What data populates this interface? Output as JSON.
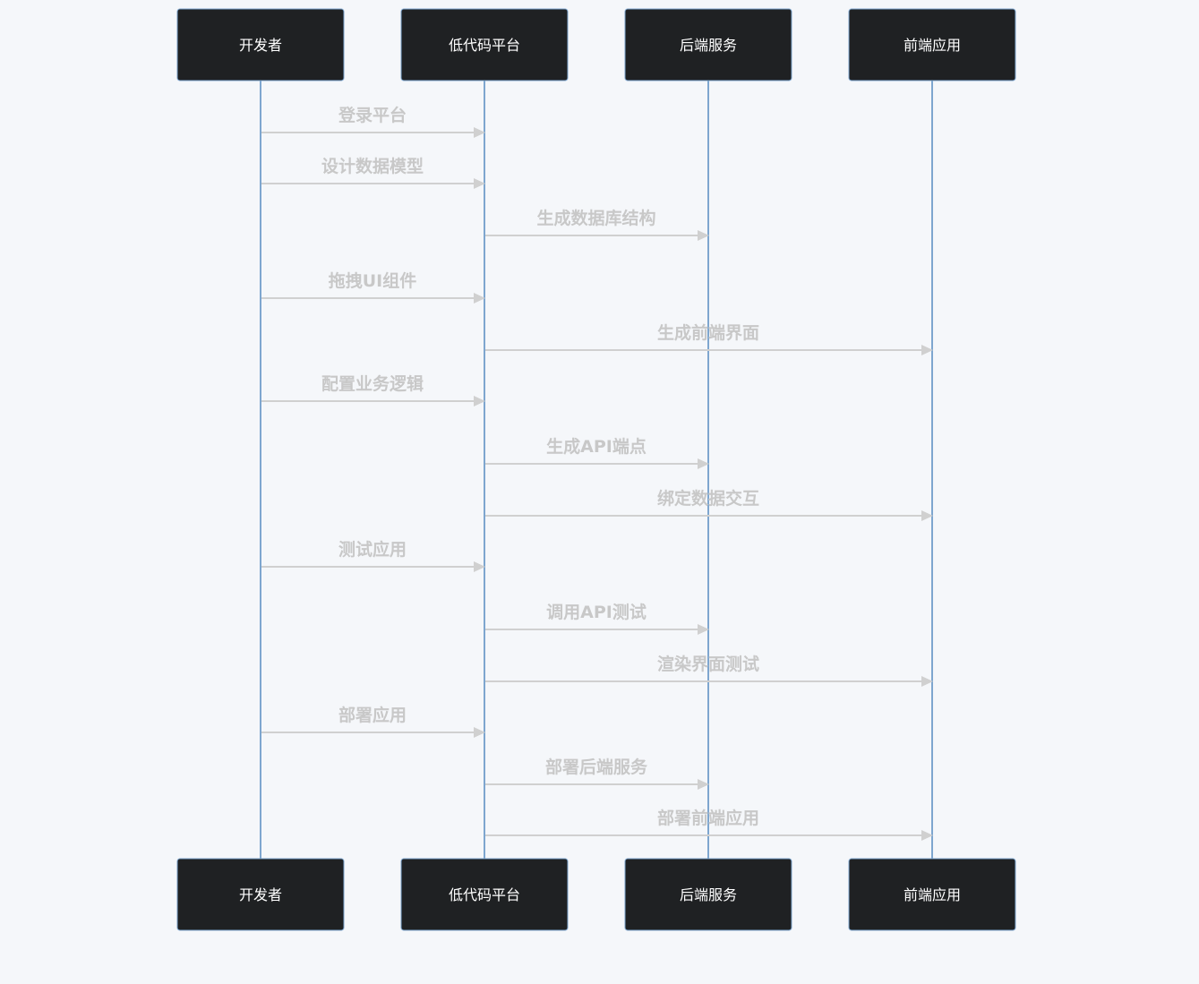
{
  "participants": [
    {
      "id": "dev",
      "label": "开发者"
    },
    {
      "id": "platform",
      "label": "低代码平台"
    },
    {
      "id": "backend",
      "label": "后端服务"
    },
    {
      "id": "frontend",
      "label": "前端应用"
    }
  ],
  "messages": [
    {
      "from": "dev",
      "to": "platform",
      "label": "登录平台"
    },
    {
      "from": "dev",
      "to": "platform",
      "label": "设计数据模型"
    },
    {
      "from": "platform",
      "to": "backend",
      "label": "生成数据库结构"
    },
    {
      "from": "dev",
      "to": "platform",
      "label": "拖拽UI组件"
    },
    {
      "from": "platform",
      "to": "frontend",
      "label": "生成前端界面"
    },
    {
      "from": "dev",
      "to": "platform",
      "label": "配置业务逻辑"
    },
    {
      "from": "platform",
      "to": "backend",
      "label": "生成API端点"
    },
    {
      "from": "platform",
      "to": "frontend",
      "label": "绑定数据交互"
    },
    {
      "from": "dev",
      "to": "platform",
      "label": "测试应用"
    },
    {
      "from": "platform",
      "to": "backend",
      "label": "调用API测试"
    },
    {
      "from": "platform",
      "to": "frontend",
      "label": "渲染界面测试"
    },
    {
      "from": "dev",
      "to": "platform",
      "label": "部署应用"
    },
    {
      "from": "platform",
      "to": "backend",
      "label": "部署后端服务"
    },
    {
      "from": "platform",
      "to": "frontend",
      "label": "部署前端应用"
    }
  ],
  "colors": {
    "background": "#f5f7fa",
    "actor_fill": "#1f2123",
    "actor_border": "#7ea6cf",
    "lifeline": "#7ea6cf",
    "message": "#d0d0d0",
    "message_text": "#c8c8c8"
  }
}
